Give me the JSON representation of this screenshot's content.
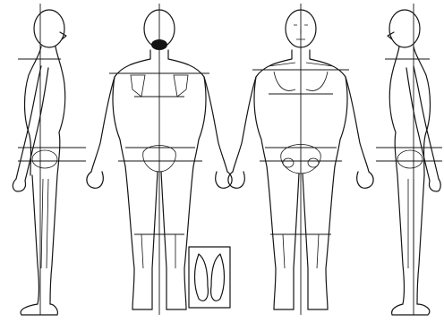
{
  "figure": {
    "views": [
      {
        "id": "left-lateral",
        "icon": "side-view-figure-left-icon"
      },
      {
        "id": "posterior",
        "icon": "back-view-figure-icon"
      },
      {
        "id": "anterior",
        "icon": "front-view-figure-icon"
      },
      {
        "id": "right-lateral",
        "icon": "side-view-figure-right-icon"
      }
    ],
    "inset": {
      "icon": "feet-soles-inset-icon"
    },
    "colors": {
      "line": "#141414",
      "background": "#ffffff"
    }
  }
}
